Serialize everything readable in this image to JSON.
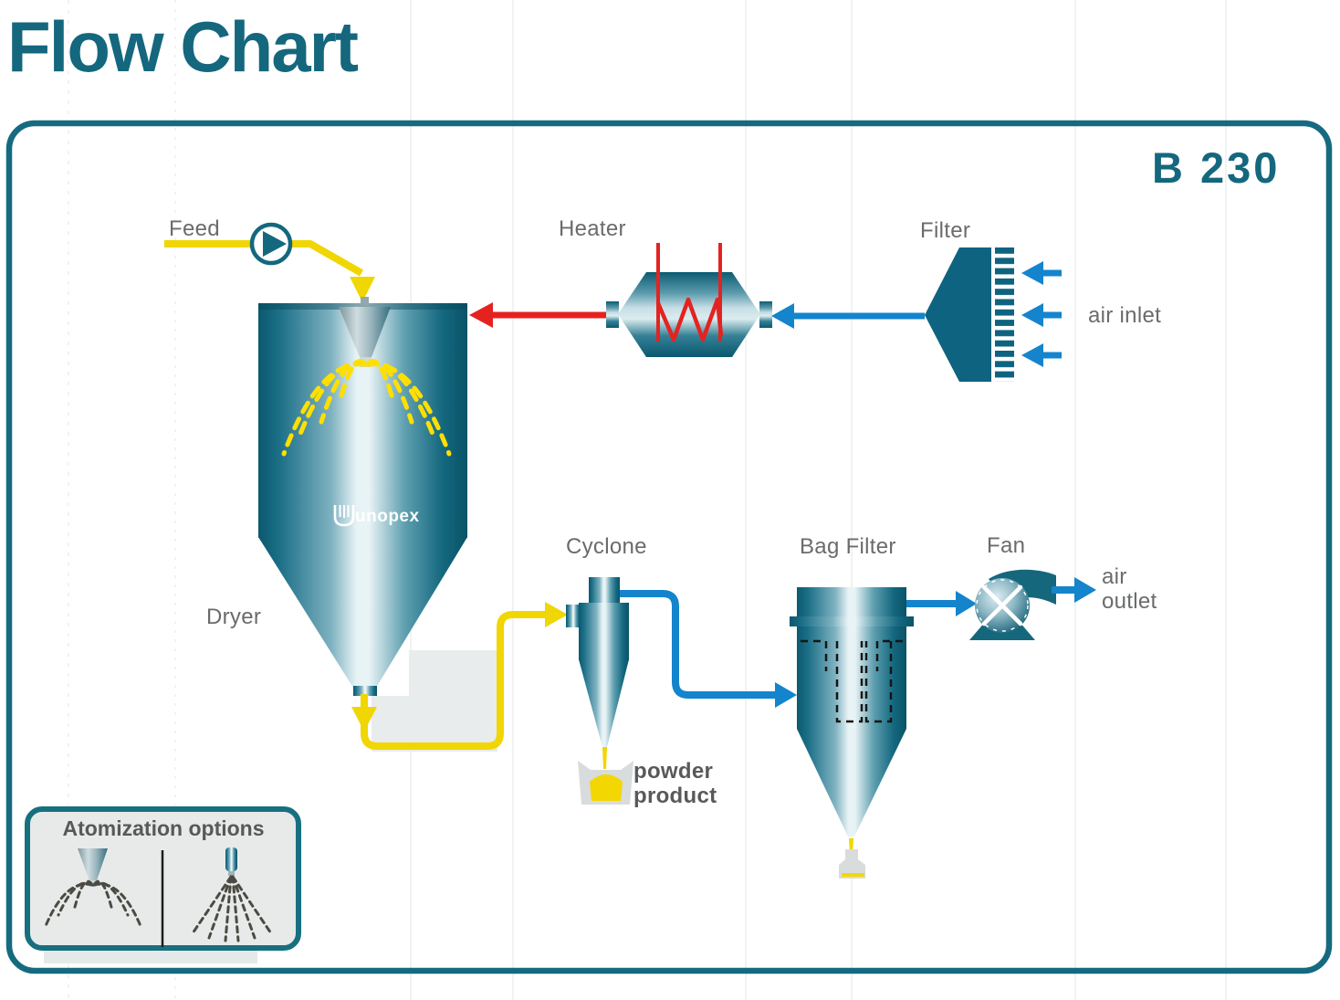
{
  "title": "Flow Chart",
  "panel": {
    "model_label": "B 230",
    "brand": "unopex"
  },
  "flow_labels": {
    "feed": "Feed",
    "heater": "Heater",
    "filter": "Filter",
    "air_inlet": "air inlet",
    "dryer": "Dryer",
    "cyclone": "Cyclone",
    "powder_product": "powder product",
    "bag_filter": "Bag Filter",
    "fan": "Fan",
    "air_outlet": "air outlet",
    "atomization_options": "Atomization options"
  },
  "icons": {
    "pump-icon": "circle with right-pointing triangle",
    "fan-icon": "sphere with white X cross and scroll housing",
    "filter-icon": "left-pointing funnel with striped comb",
    "spray-icon": "dashed fountain arcs",
    "heater-icon": "hexagonal vessel with red zigzag element"
  },
  "colors": {
    "teal": "#14677d",
    "teal_solid": "#0e6380",
    "yellow": "#f0d602",
    "red": "#e42320",
    "blue": "#1484cd",
    "gray_text": "#6a6b6d",
    "panel_gray": "#e8eaea"
  }
}
